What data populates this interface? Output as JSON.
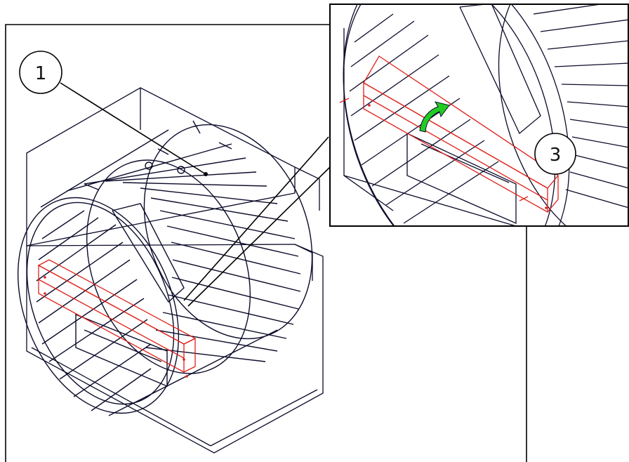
{
  "callouts": [
    {
      "id": "1",
      "label": "1"
    },
    {
      "id": "3",
      "label": "3"
    }
  ],
  "colors": {
    "line": "#0b0b2a",
    "highlight": "#e0201a",
    "arrow": "#22cc22",
    "background": "#ffffff"
  },
  "icons": {
    "rotate_arrow": "curved-arrow-icon"
  }
}
